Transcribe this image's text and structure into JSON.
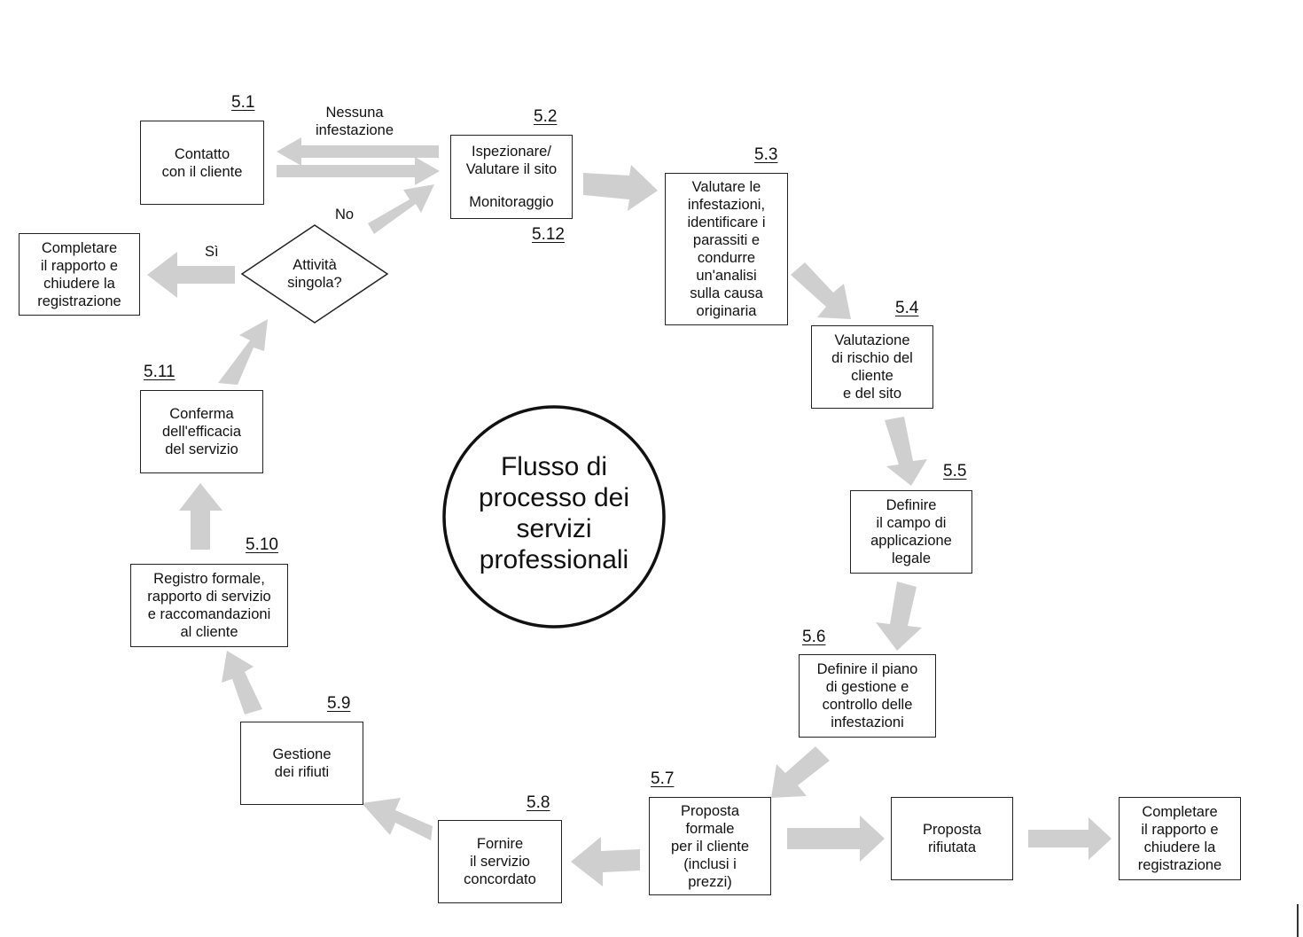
{
  "title": "Flusso di\nprocesso dei\nservizi\nprofessionali",
  "steps": {
    "s5_1": {
      "num": "5.1",
      "text": "Contatto\ncon il cliente"
    },
    "s5_2": {
      "num": "5.2",
      "text": "Ispezionare/\nValutare il sito"
    },
    "s5_12": {
      "num": "5.12",
      "text": "Monitoraggio"
    },
    "s5_3": {
      "num": "5.3",
      "text": "Valutare le\ninfestazioni,\nidentificare i\nparassiti e\ncondurre\nun'analisi\nsulla causa\noriginaria"
    },
    "s5_4": {
      "num": "5.4",
      "text": "Valutazione\ndi rischio del\ncliente\ne del sito"
    },
    "s5_5": {
      "num": "5.5",
      "text": "Definire\nil campo di\napplicazione\nlegale"
    },
    "s5_6": {
      "num": "5.6",
      "text": "Definire il piano\ndi gestione e\ncontrollo delle\ninfestazioni"
    },
    "s5_7": {
      "num": "5.7",
      "text": "Proposta\nformale\nper il cliente\n(inclusi i\nprezzi)"
    },
    "s5_8": {
      "num": "5.8",
      "text": "Fornire\nil servizio\nconcordato"
    },
    "s5_9": {
      "num": "5.9",
      "text": "Gestione\ndei rifiuti"
    },
    "s5_10": {
      "num": "5.10",
      "text": "Registro formale,\nrapporto di servizio\ne raccomandazioni\nal cliente"
    },
    "s5_11": {
      "num": "5.11",
      "text": "Conferma\ndell'efficacia\ndel servizio"
    }
  },
  "decision": "Attività\nsingola?",
  "complete_top": "Completare\nil rapporto e\nchiudere la\nregistrazione",
  "rejected": "Proposta\nrifiutata",
  "complete_bottom": "Completare\nil rapporto e\nchiudere la\nregistrazione",
  "labels": {
    "no_infestation": "Nessuna\ninfestazione",
    "no": "No",
    "yes": "Sì"
  },
  "colors": {
    "arrow": "#cfcfcf",
    "border": "#222222"
  }
}
